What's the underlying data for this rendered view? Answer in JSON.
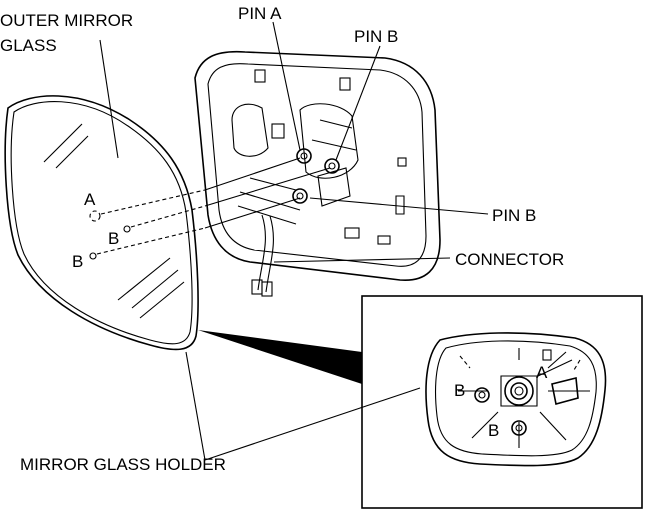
{
  "labels": {
    "outer_mirror_glass_line1": "OUTER MIRROR",
    "outer_mirror_glass_line2": "GLASS",
    "pin_a": "PIN A",
    "pin_b_top": "PIN B",
    "pin_b_right": "PIN B",
    "connector": "CONNECTOR",
    "mirror_glass_holder": "MIRROR GLASS HOLDER",
    "glass_point_a": "A",
    "glass_point_b1": "B",
    "glass_point_b2": "B",
    "detail_point_a": "A",
    "detail_point_b1": "B",
    "detail_point_b2": "B"
  }
}
